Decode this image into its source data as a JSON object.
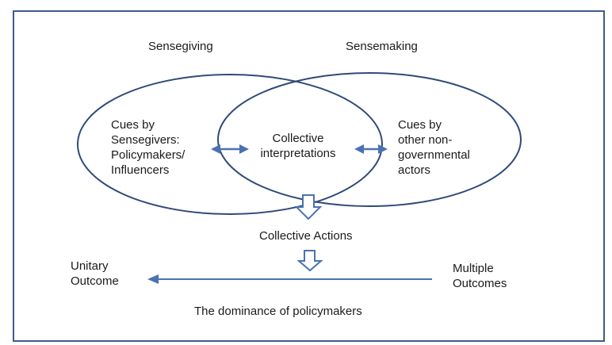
{
  "labels": {
    "sensegiving": "Sensegiving",
    "sensemaking": "Sensemaking",
    "cues_sensegivers": [
      "Cues by",
      "Sensegivers:",
      "Policymakers/",
      "Influencers"
    ],
    "collective_interpretations": [
      "Collective",
      "interpretations"
    ],
    "cues_other": [
      "Cues by",
      "other non-",
      "governmental",
      "actors"
    ],
    "collective_actions": "Collective Actions",
    "unitary_outcome": [
      "Unitary",
      "Outcome"
    ],
    "multiple_outcomes": [
      "Multiple",
      "Outcomes"
    ],
    "dominance": "The dominance of policymakers"
  },
  "colors": {
    "frame": "#3f5c8a",
    "ellipse": "#2f4a78",
    "arrow": "#4a72b0",
    "text": "#1a1a1a"
  }
}
